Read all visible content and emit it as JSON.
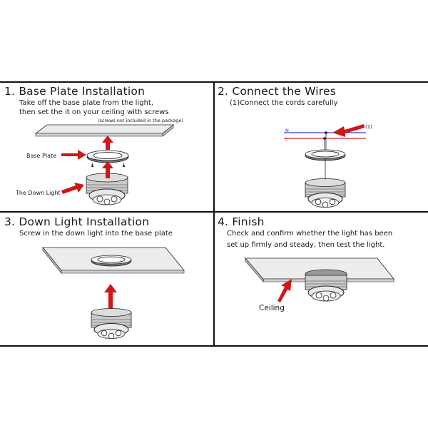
{
  "panels": [
    {
      "title": "1. Base Plate Installation",
      "lines": [
        "Take off the base plate from the light,",
        "then set the it on your ceiling with screws"
      ],
      "note": "(screws not included in the package)",
      "labels": {
        "base_plate": "Base Plate",
        "down_light": "The Down Light"
      }
    },
    {
      "title": "2. Connect the Wires",
      "lines": [
        "(1)Connect the cords carefully"
      ],
      "labels": {
        "callout": "(1)",
        "wire_n": "N",
        "wire_l": "L"
      }
    },
    {
      "title": "3. Down Light Installation",
      "lines": [
        "Screw in the down light into the base plate"
      ]
    },
    {
      "title": "4. Finish",
      "lines": [
        "Check and confirm whether the light has been",
        "set up firmly and steady, then test the light."
      ],
      "labels": {
        "ceiling": "Ceiling"
      }
    }
  ],
  "colors": {
    "arrow": "#d01717",
    "border": "#111111",
    "wire_blue": "#3a3ad0",
    "wire_red": "#d02a2a"
  }
}
